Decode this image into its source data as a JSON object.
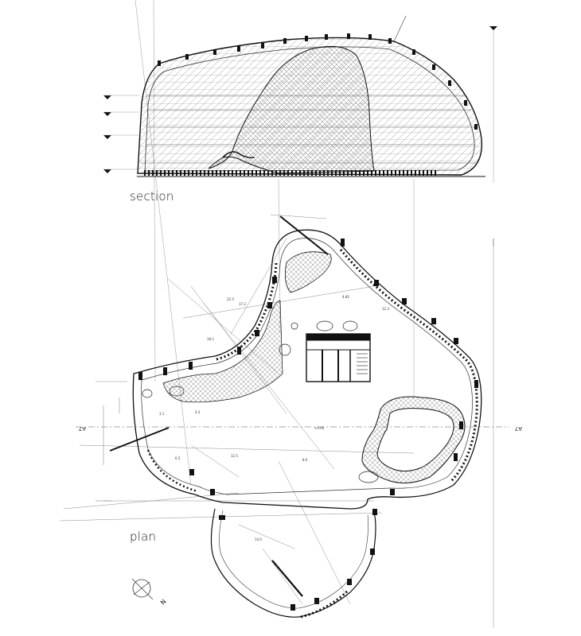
{
  "labels": {
    "section": "section",
    "plan": "plan",
    "axis_left": "A7",
    "axis_right": "A7",
    "north": "N"
  }
}
